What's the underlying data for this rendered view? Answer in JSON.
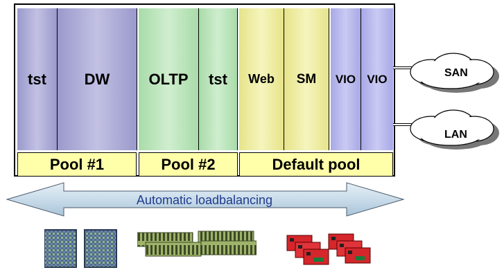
{
  "partitions": [
    {
      "label": "tst"
    },
    {
      "label": "DW"
    },
    {
      "label": "OLTP"
    },
    {
      "label": "tst"
    },
    {
      "label": "Web"
    },
    {
      "label": "SM"
    },
    {
      "label": "VIO"
    },
    {
      "label": "VIO"
    }
  ],
  "pools": [
    {
      "label": "Pool #1"
    },
    {
      "label": "Pool #2"
    },
    {
      "label": "Default pool"
    }
  ],
  "networks": [
    {
      "label": "SAN"
    },
    {
      "label": "LAN"
    }
  ],
  "arrow": {
    "label": "Automatic loadbalancing"
  },
  "hardware": [
    {
      "name": "processor-chip-icon"
    },
    {
      "name": "memory-module-icon"
    },
    {
      "name": "io-adapter-icon"
    }
  ],
  "colors": {
    "partition_purple": "#9a99cc",
    "partition_green": "#a9dba9",
    "partition_yellow": "#e6e48a",
    "partition_vio": "#a8a8e6",
    "pool_fill": "#ffffaa",
    "arrow_fill": "#c9dcea",
    "arrow_text": "#1f3b8c"
  }
}
